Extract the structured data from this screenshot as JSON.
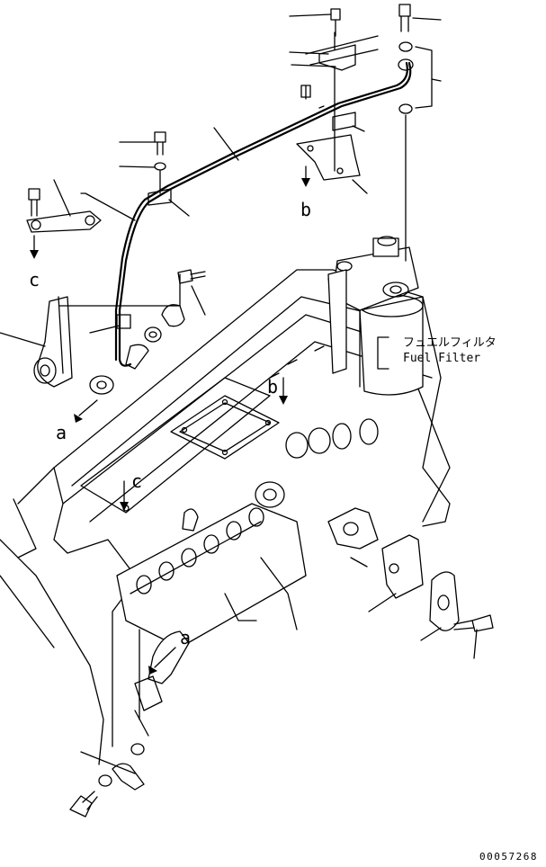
{
  "labels": {
    "a_lower": "a",
    "a_engine": "a",
    "b_bracket": "b",
    "b_head": "b",
    "c_left": "c",
    "c_head": "c"
  },
  "fuel_filter": {
    "jp": "フュエルフィルタ",
    "en": "Fuel Filter"
  },
  "doc_number": "00057268"
}
